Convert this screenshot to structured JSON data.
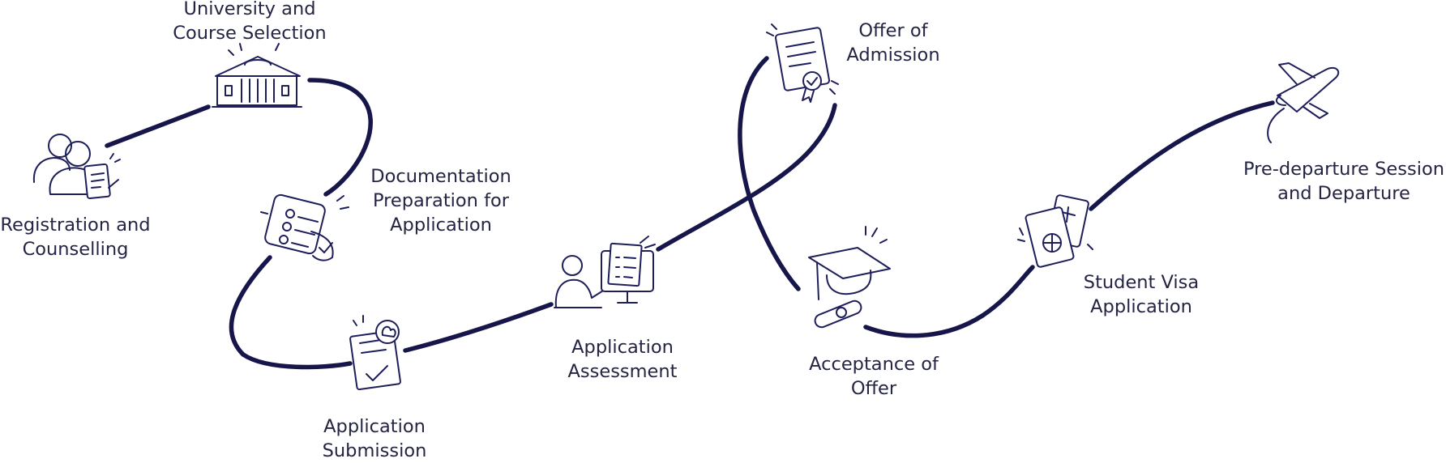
{
  "steps": [
    {
      "line1": "Registration and",
      "line2": "Counselling"
    },
    {
      "line1": "University and",
      "line2": "Course Selection"
    },
    {
      "line1": "Documentation",
      "line2": "Preparation for",
      "line3": "Application"
    },
    {
      "line1": "Application",
      "line2": "Submission"
    },
    {
      "line1": "Application",
      "line2": "Assessment"
    },
    {
      "line1": "Offer of",
      "line2": "Admission"
    },
    {
      "line1": "Acceptance of",
      "line2": "Offer"
    },
    {
      "line1": "Student Visa",
      "line2": "Application"
    },
    {
      "line1": "Pre-departure Session",
      "line2": "and Departure"
    }
  ],
  "icons": [
    "people-with-clipboard-icon",
    "university-building-icon",
    "checklist-document-icon",
    "submitted-document-icon",
    "person-at-screen-icon",
    "certificate-icon",
    "graduation-cap-and-diploma-icon",
    "passport-and-ticket-icon",
    "airplane-icon"
  ],
  "colors": {
    "path": "#16164a",
    "icon": "#1e1f5a",
    "text": "#242544",
    "background": "#ffffff"
  }
}
